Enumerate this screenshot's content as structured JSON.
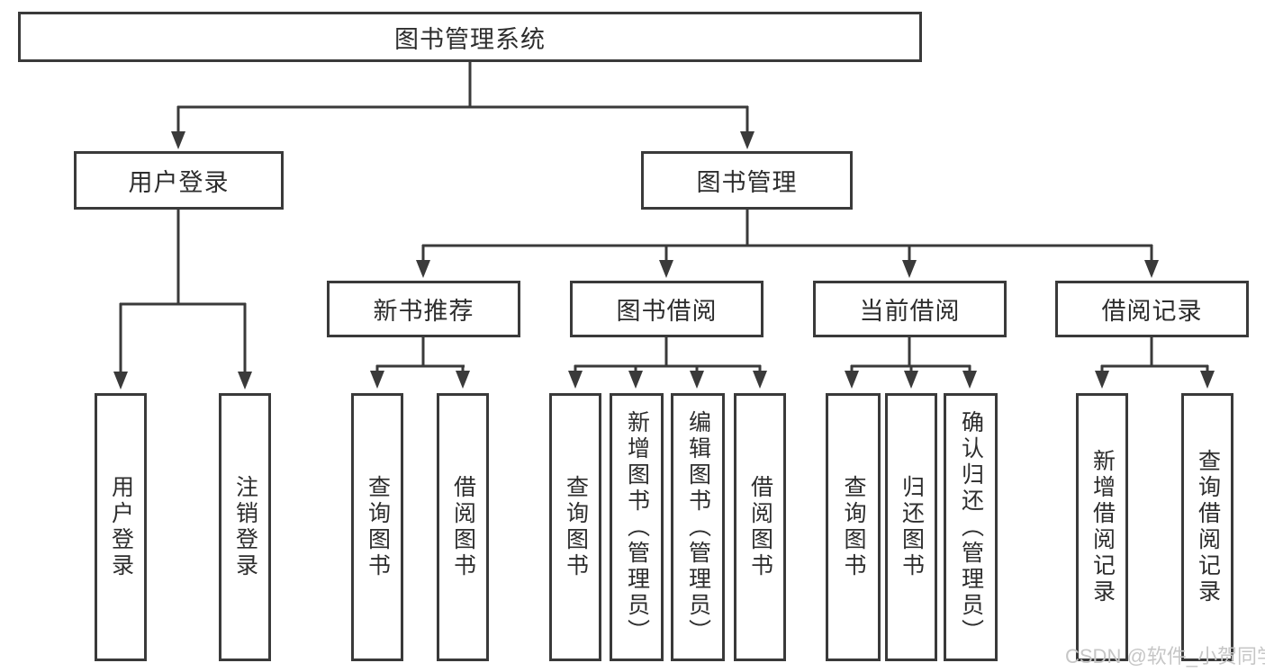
{
  "tree": {
    "label": "图书管理系统",
    "children": [
      {
        "label": "用户登录",
        "children": [
          {
            "label": "用户登录"
          },
          {
            "label": "注销登录"
          }
        ]
      },
      {
        "label": "图书管理",
        "children": [
          {
            "label": "新书推荐",
            "children": [
              {
                "label": "查询图书"
              },
              {
                "label": "借阅图书"
              }
            ]
          },
          {
            "label": "图书借阅",
            "children": [
              {
                "label": "查询图书"
              },
              {
                "label": "新增图书（管理员）"
              },
              {
                "label": "编辑图书（管理员）"
              },
              {
                "label": "借阅图书"
              }
            ]
          },
          {
            "label": "当前借阅",
            "children": [
              {
                "label": "查询图书"
              },
              {
                "label": "归还图书"
              },
              {
                "label": "确认归还（管理员）"
              }
            ]
          },
          {
            "label": "借阅记录",
            "children": [
              {
                "label": "新增借阅记录"
              },
              {
                "label": "查询借阅记录"
              }
            ]
          }
        ]
      }
    ]
  },
  "watermark": {
    "text": "CSDN @软件_小贺同学"
  },
  "colors": {
    "line": "#3a3a3a",
    "box_border": "#3a3a3a",
    "text": "#2d2d2d",
    "watermark": "#c6c6c6",
    "background": "#ffffff"
  }
}
